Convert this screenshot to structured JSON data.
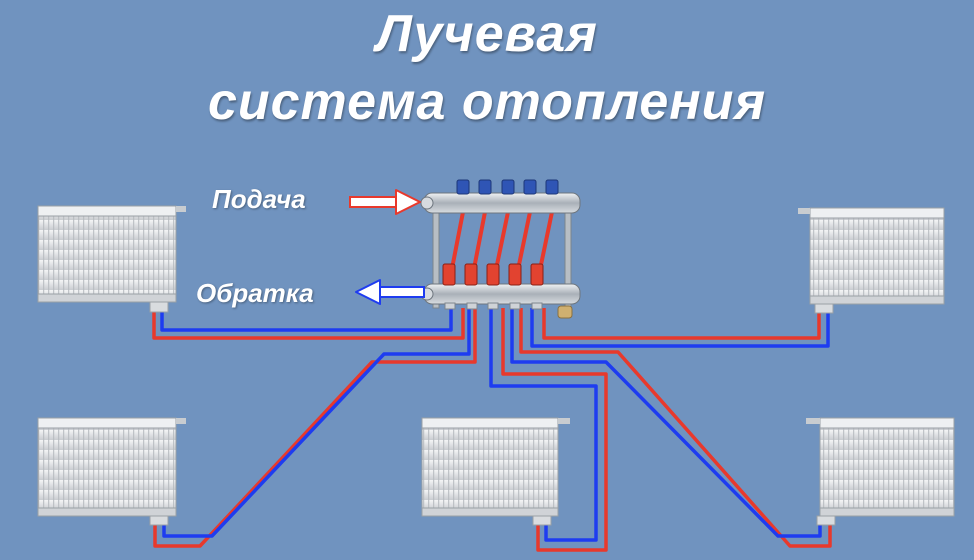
{
  "title": {
    "line1": "Лучевая",
    "line2": "система отопления"
  },
  "labels": {
    "supply": "Подача",
    "return": "Обратка"
  },
  "colors": {
    "background": "#7093bf",
    "supply_pipe": "#e8392c",
    "return_pipe": "#1e3cf0",
    "radiator": "#e6e8ea"
  }
}
